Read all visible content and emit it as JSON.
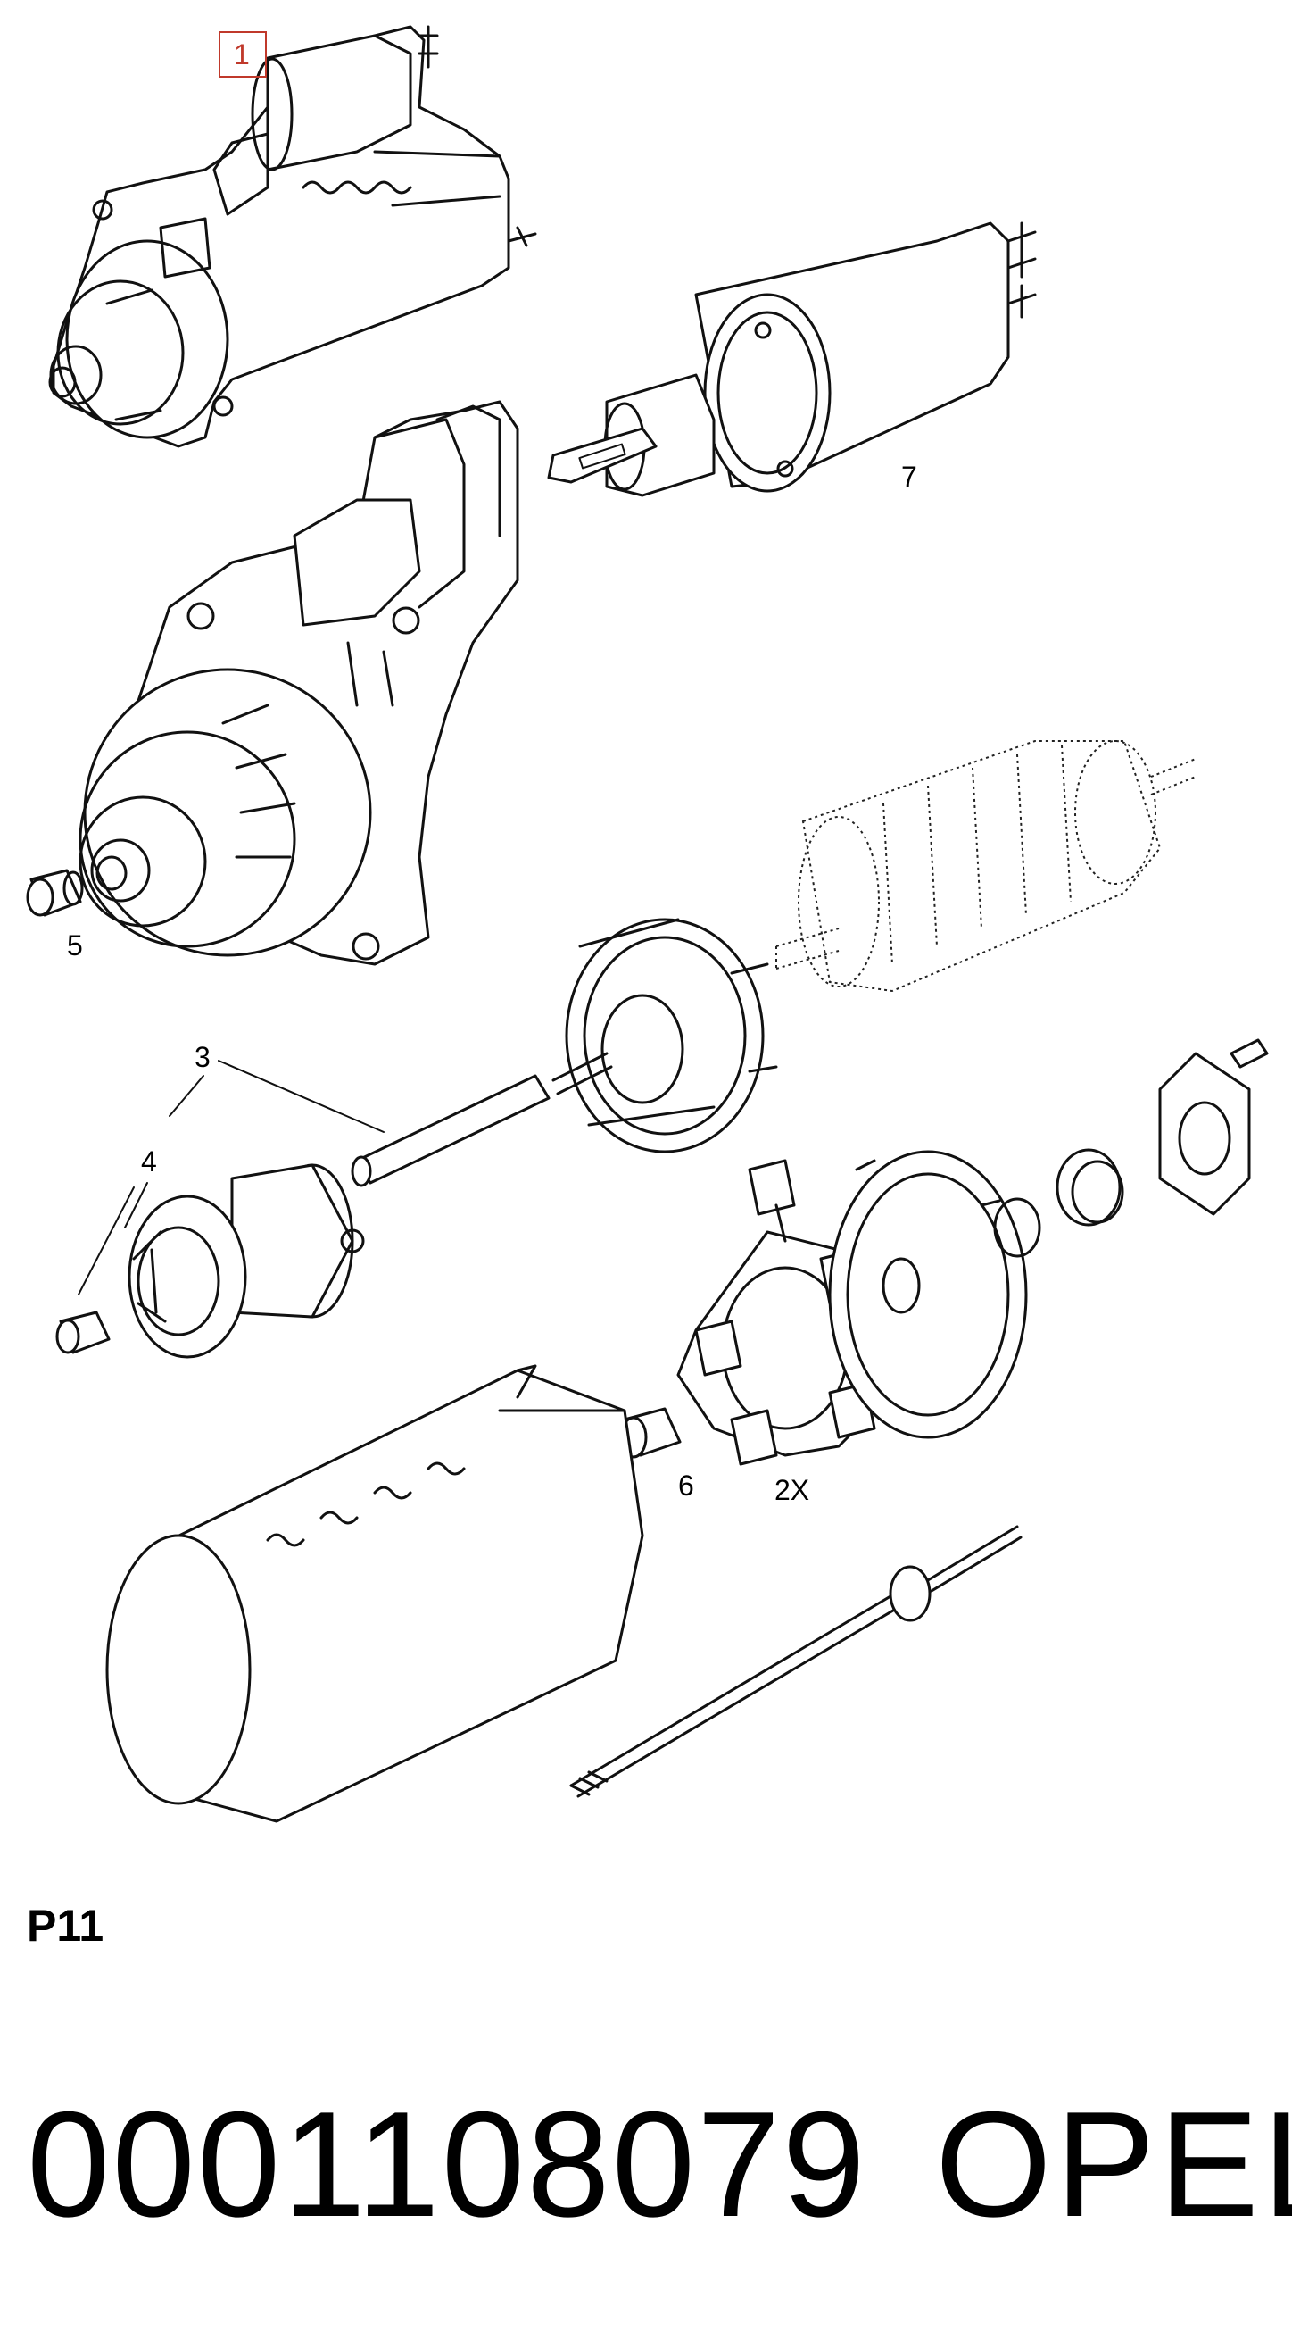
{
  "diagram": {
    "callouts": {
      "c1": "1",
      "c7": "7",
      "c5": "5",
      "c3": "3",
      "c4": "4",
      "c6": "6",
      "c2x": "2X"
    }
  },
  "footer": {
    "page_code": "P11",
    "part_number": "0001108079",
    "brand": "OPEL"
  },
  "colors": {
    "line": "#111111",
    "highlight_box": "#c0392b",
    "background": "#ffffff"
  }
}
